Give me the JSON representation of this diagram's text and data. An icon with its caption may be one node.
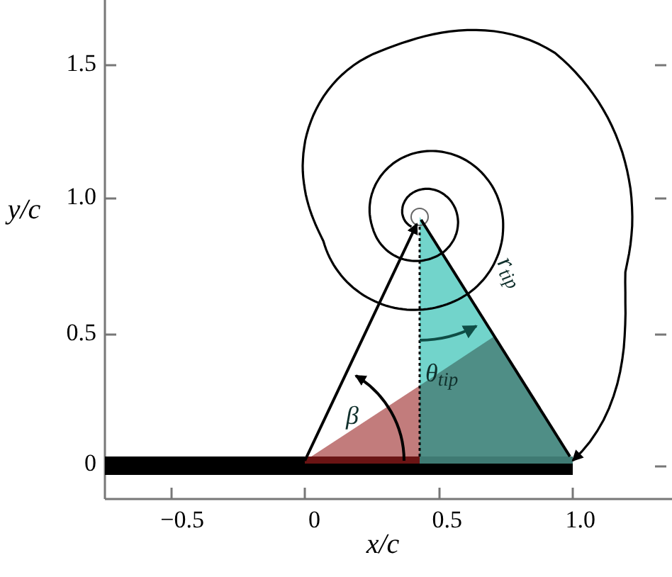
{
  "diagram": {
    "labels": [
      "1.5",
      "1.0",
      "0.5",
      "0",
      "y/c",
      "−0.5",
      "0",
      "0.5",
      "1.0",
      "x/c",
      "β",
      "θ$_{tip}$",
      "r$_{tip}$"
    ]
  }
}
